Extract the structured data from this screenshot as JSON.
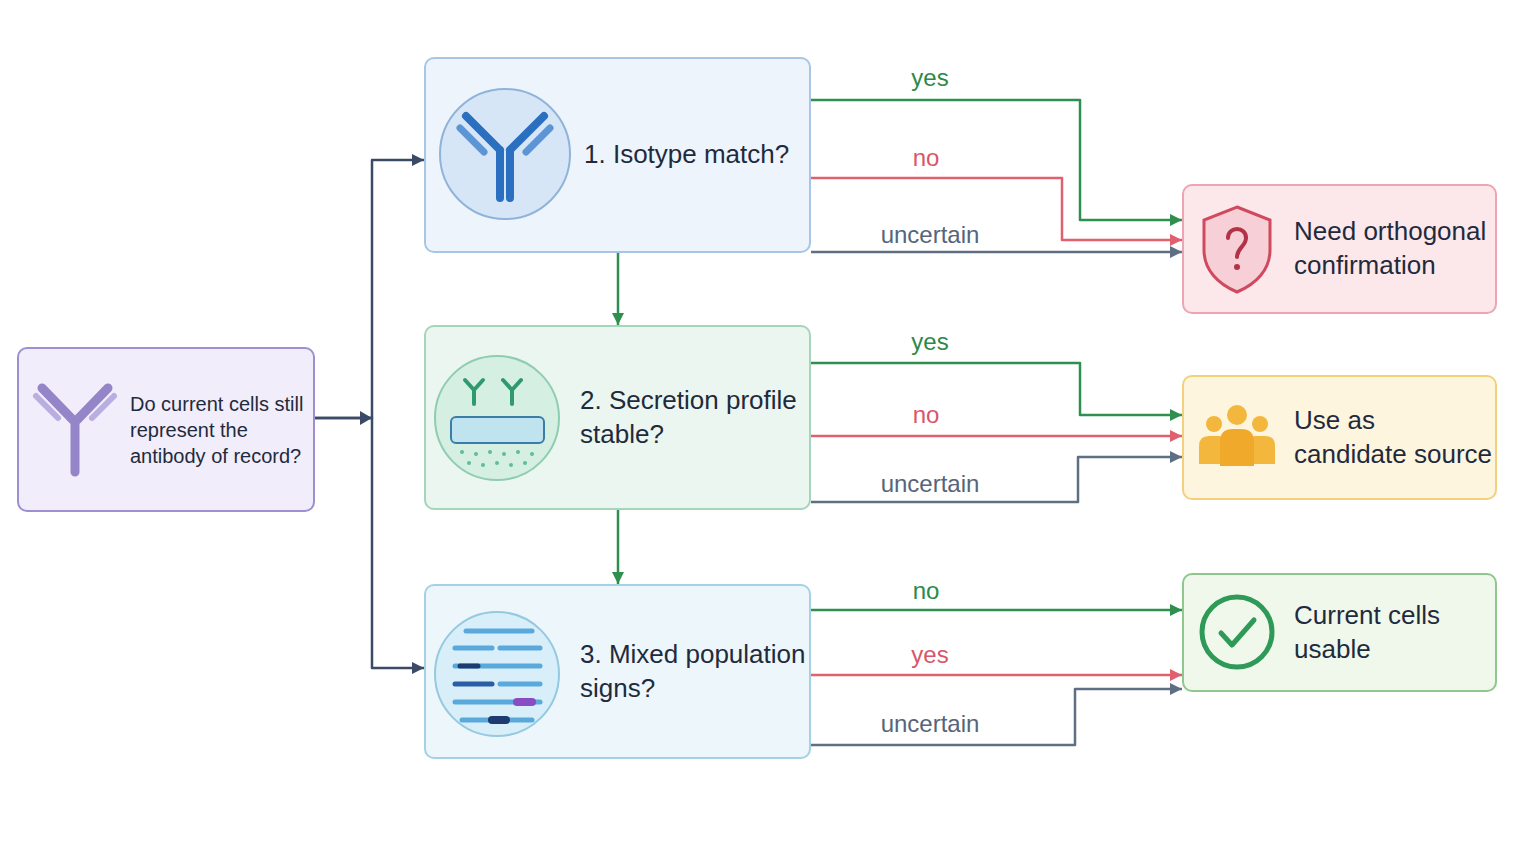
{
  "diagram": {
    "nodes": [
      {
        "text": [
          "Do current cells still represent the antibody of record?"
        ]
      },
      {
        "text": [
          "1. Isotype match?"
        ]
      },
      {
        "text": [
          "2. Secretion profile stable?"
        ]
      },
      {
        "text": [
          "3. Mixed population signs?"
        ]
      },
      {
        "text": [
          "Need orthogonal confirmation"
        ]
      },
      {
        "text": [
          "Use as candidate source"
        ]
      },
      {
        "text": [
          "Current cells usable"
        ]
      }
    ],
    "edges": [
      {
        "from": 0,
        "to": 1,
        "arrow": "to"
      },
      {
        "from": 0,
        "to": 3,
        "arrow": "to"
      },
      {
        "from": 1,
        "to": 2,
        "arrow": "to"
      },
      {
        "from": 2,
        "to": 3,
        "arrow": "to"
      },
      {
        "from": 1,
        "to": 4,
        "label": "yes",
        "arrow": "to"
      },
      {
        "from": 1,
        "to": 4,
        "label": "no",
        "arrow": "to"
      },
      {
        "from": 1,
        "to": 4,
        "label": "uncertain",
        "arrow": "to"
      },
      {
        "from": 2,
        "to": 5,
        "label": "yes",
        "arrow": "to"
      },
      {
        "from": 2,
        "to": 5,
        "label": "no",
        "arrow": "to"
      },
      {
        "from": 2,
        "to": 5,
        "label": "uncertain",
        "arrow": "to"
      },
      {
        "from": 3,
        "to": 6,
        "label": "no",
        "arrow": "to"
      },
      {
        "from": 3,
        "to": 6,
        "label": "yes",
        "arrow": "to"
      },
      {
        "from": 3,
        "to": 6,
        "label": "uncertain",
        "arrow": "to"
      }
    ]
  }
}
